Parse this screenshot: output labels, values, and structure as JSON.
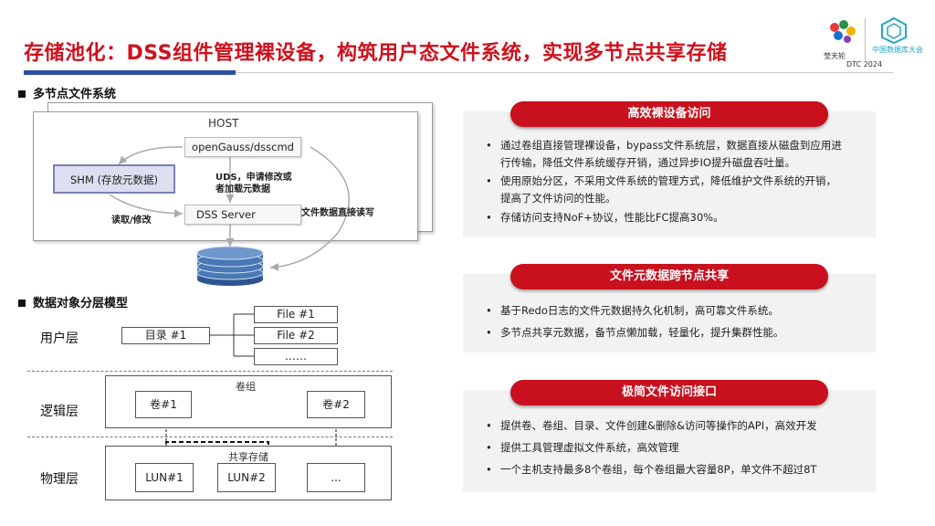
{
  "title": "存储池化：DSS组件管理裸设备，构筑用户态文件系统，实现多节点共享存储",
  "logos": {
    "left_text": "莹天轮",
    "right_text": "中国数据库大会",
    "event": "DTC 2024"
  },
  "section1": {
    "title": "多节点文件系统",
    "host": "HOST",
    "opengauss": "openGauss/dsscmd",
    "shm": "SHM (存放元数据)",
    "uds_label_1": "UDS，申请修改或",
    "uds_label_2": "者加载元数据",
    "dss_server": "DSS Server",
    "read_modify": "读取/修改",
    "direct_rw": "文件数据直接读写"
  },
  "section2": {
    "title": "数据对象分层模型",
    "user_layer": "用户层",
    "logic_layer": "逻辑层",
    "physical_layer": "物理层",
    "dir": "目录 #1",
    "file1": "File #1",
    "file2": "File #2",
    "file_more": "……",
    "volume_group": "卷组",
    "vol1": "卷#1",
    "vol2": "卷#2",
    "shared_storage": "共享存储",
    "lun1": "LUN#1",
    "lun2": "LUN#2",
    "lun_more": "..."
  },
  "cards": [
    {
      "title": "高效裸设备访问",
      "lines": [
        [
          "通过卷组直接管理裸设备，bypass文件系统层，数据直接从磁盘到应用进",
          "行传输，降低文件系统缓存开销，通过异步IO提升磁盘吞吐量。"
        ],
        [
          "使用原始分区，不采用文件系统的管理方式，降低维护文件系统的开销，",
          "提高了文件访问的性能。"
        ],
        [
          "存储访问支持NoF+协议，性能比FC提高30%。"
        ]
      ]
    },
    {
      "title": "文件元数据跨节点共享",
      "lines": [
        [
          "基于Redo日志的文件元数据持久化机制，高可靠文件系统。"
        ],
        [
          "多节点共享元数据，备节点懒加载，轻量化，提升集群性能。"
        ]
      ]
    },
    {
      "title": "极简文件访问接口",
      "lines": [
        [
          "提供卷、卷组、目录、文件创建&删除&访问等操作的API，高效开发"
        ],
        [
          "提供工具管理虚拟文件系统，高效管理"
        ],
        [
          "一个主机支持最多8个卷组，每个卷组最大容量8P，单文件不超过8T"
        ]
      ]
    }
  ],
  "colors": {
    "accent_red": "#c8101e",
    "title_red": "#d0101c",
    "bar_blue": "#2c4fa0",
    "disk_blue": "#3d6aa8"
  }
}
